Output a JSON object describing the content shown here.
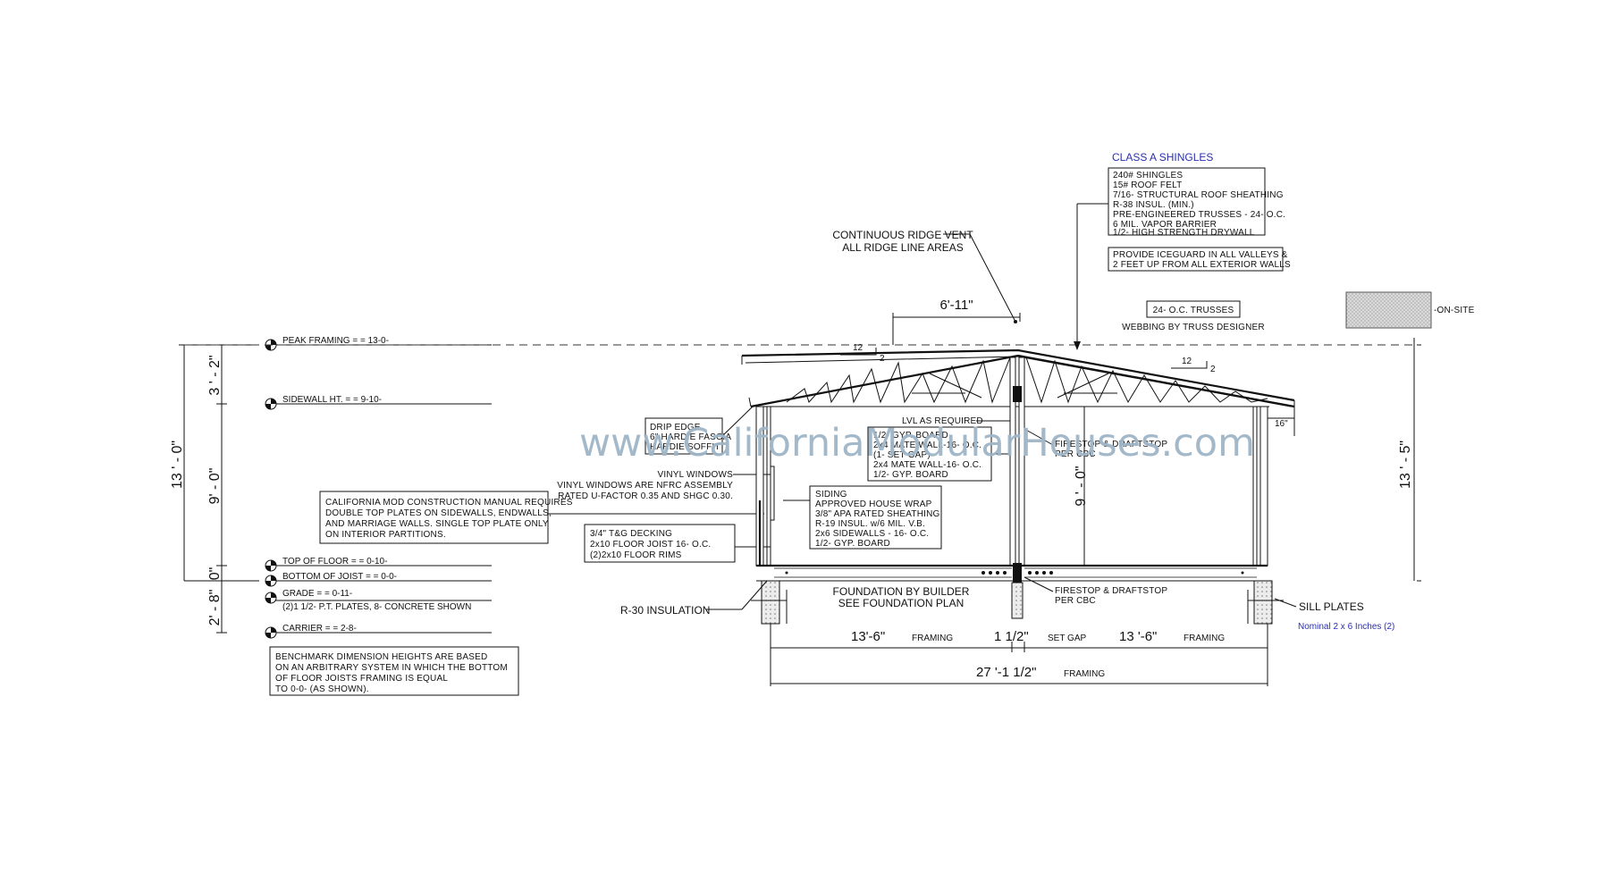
{
  "watermark": "www.CaliforniaModularHouses.com",
  "benchmarks": {
    "peak": "PEAK FRAMING = = 13-0-",
    "sidewall": "SIDEWALL HT. = = 9-10-",
    "top_floor": "TOP OF FLOOR = = 0-10-",
    "bottom_joist": "BOTTOM OF JOIST = = 0-0-",
    "grade": "GRADE = = 0-11-",
    "grade_note": "(2)1 1/2- P.T. PLATES, 8- CONCRETE SHOWN",
    "carrier": "CARRIER = = 2-8-"
  },
  "left_dims": {
    "overall": "13 ' - 0\"",
    "peak_to_sidewall": "3 ' - 2\"",
    "wall": "9' - 0\"",
    "floor": "0\"",
    "carrier": "2' - 8\""
  },
  "notes": {
    "double_plates": [
      "CALIFORNIA MOD CONSTRUCTION MANUAL REQUIRES",
      "DOUBLE TOP PLATES ON SIDEWALLS, ENDWALLS,",
      "AND MARRIAGE WALLS.  SINGLE TOP PLATE ONLY",
      "ON INTERIOR PARTITIONS."
    ],
    "benchmark": [
      "BENCHMARK DIMENSION HEIGHTS ARE BASED",
      "ON AN ARBITRARY SYSTEM IN WHICH THE BOTTOM",
      "OF FLOOR JOISTS FRAMING IS EQUAL",
      "TO 0-0- (AS SHOWN)."
    ],
    "decking": [
      "3/4\" T&G DECKING",
      "2x10 FLOOR JOIST 16- O.C.",
      "(2)2x10 FLOOR RIMS"
    ],
    "drip_edge": [
      "DRIP EDGE",
      "6\" HARDIE FASCIA",
      "HARDIE SOFFIT"
    ],
    "windows": [
      "VINYL WINDOWS",
      "VINYL WINDOWS ARE NFRC ASSEMBLY",
      "RATED U-FACTOR 0.35 AND SHGC 0.30."
    ],
    "siding": [
      "SIDING",
      "APPROVED HOUSE WRAP",
      "3/8\" APA RATED SHEATHING",
      "R-19 INSUL. w/6 MIL. V.B.",
      "2x6 SIDEWALLS - 16- O.C.",
      "1/2- GYP. BOARD"
    ],
    "lvl": "LVL AS REQUIRED",
    "mate_wall": [
      "1/2- GYP. BOARD",
      "2x4 MATE WALL-16- O.C.",
      "(1- SET GAP)",
      "2x4 MATE WALL-16- O.C.",
      "1/2- GYP. BOARD"
    ],
    "firestop_top": [
      "FIRESTOP & DRAFTSTOP",
      "PER CBC"
    ],
    "firestop_bottom": [
      "FIRESTOP & DRAFTSTOP",
      "PER CBC"
    ],
    "ridge_vent": [
      "CONTINUOUS RIDGE VENT",
      "ALL RIDGE LINE AREAS"
    ],
    "class_a": "CLASS A SHINGLES",
    "roof_spec": [
      "240# SHINGLES",
      "15# ROOF FELT",
      "7/16- STRUCTURAL ROOF SHEATHING",
      "R-38 INSUL. (MIN.)",
      "PRE-ENGINEERED TRUSSES - 24- O.C.",
      "6 MIL. VAPOR BARRIER",
      "1/2- HIGH STRENGTH DRYWALL"
    ],
    "iceguard": [
      "PROVIDE ICEGUARD IN ALL VALLEYS &",
      "2 FEET UP FROM ALL EXTERIOR WALLS"
    ],
    "trusses": "24- O.C. TRUSSES",
    "webbing": "WEBBING BY TRUSS DESIGNER",
    "on_site": "-ON-SITE",
    "foundation": [
      "FOUNDATION BY BUILDER",
      "SEE FOUNDATION PLAN"
    ],
    "r30": "R-30 INSULATION",
    "sill_plates": "SILL PLATES",
    "nominal": "Nominal 2 x 6 Inches (2)"
  },
  "dims": {
    "ridge_offset": "6'-11\"",
    "overhang": "16\"",
    "right_height": "13 ' - 5\"",
    "interior_height": "9 ' - 0\"",
    "pitch_rise": "2",
    "pitch_run": "12",
    "left_section_main": "13'-6\"",
    "left_section_suffix": "FRAMING",
    "set_gap_main": "1 1/2\"",
    "set_gap_suffix": "SET GAP",
    "right_section_main": "13 '-6\"",
    "right_section_suffix": "FRAMING",
    "overall_main": "27 '-1  1/2\"",
    "overall_suffix": "FRAMING"
  }
}
